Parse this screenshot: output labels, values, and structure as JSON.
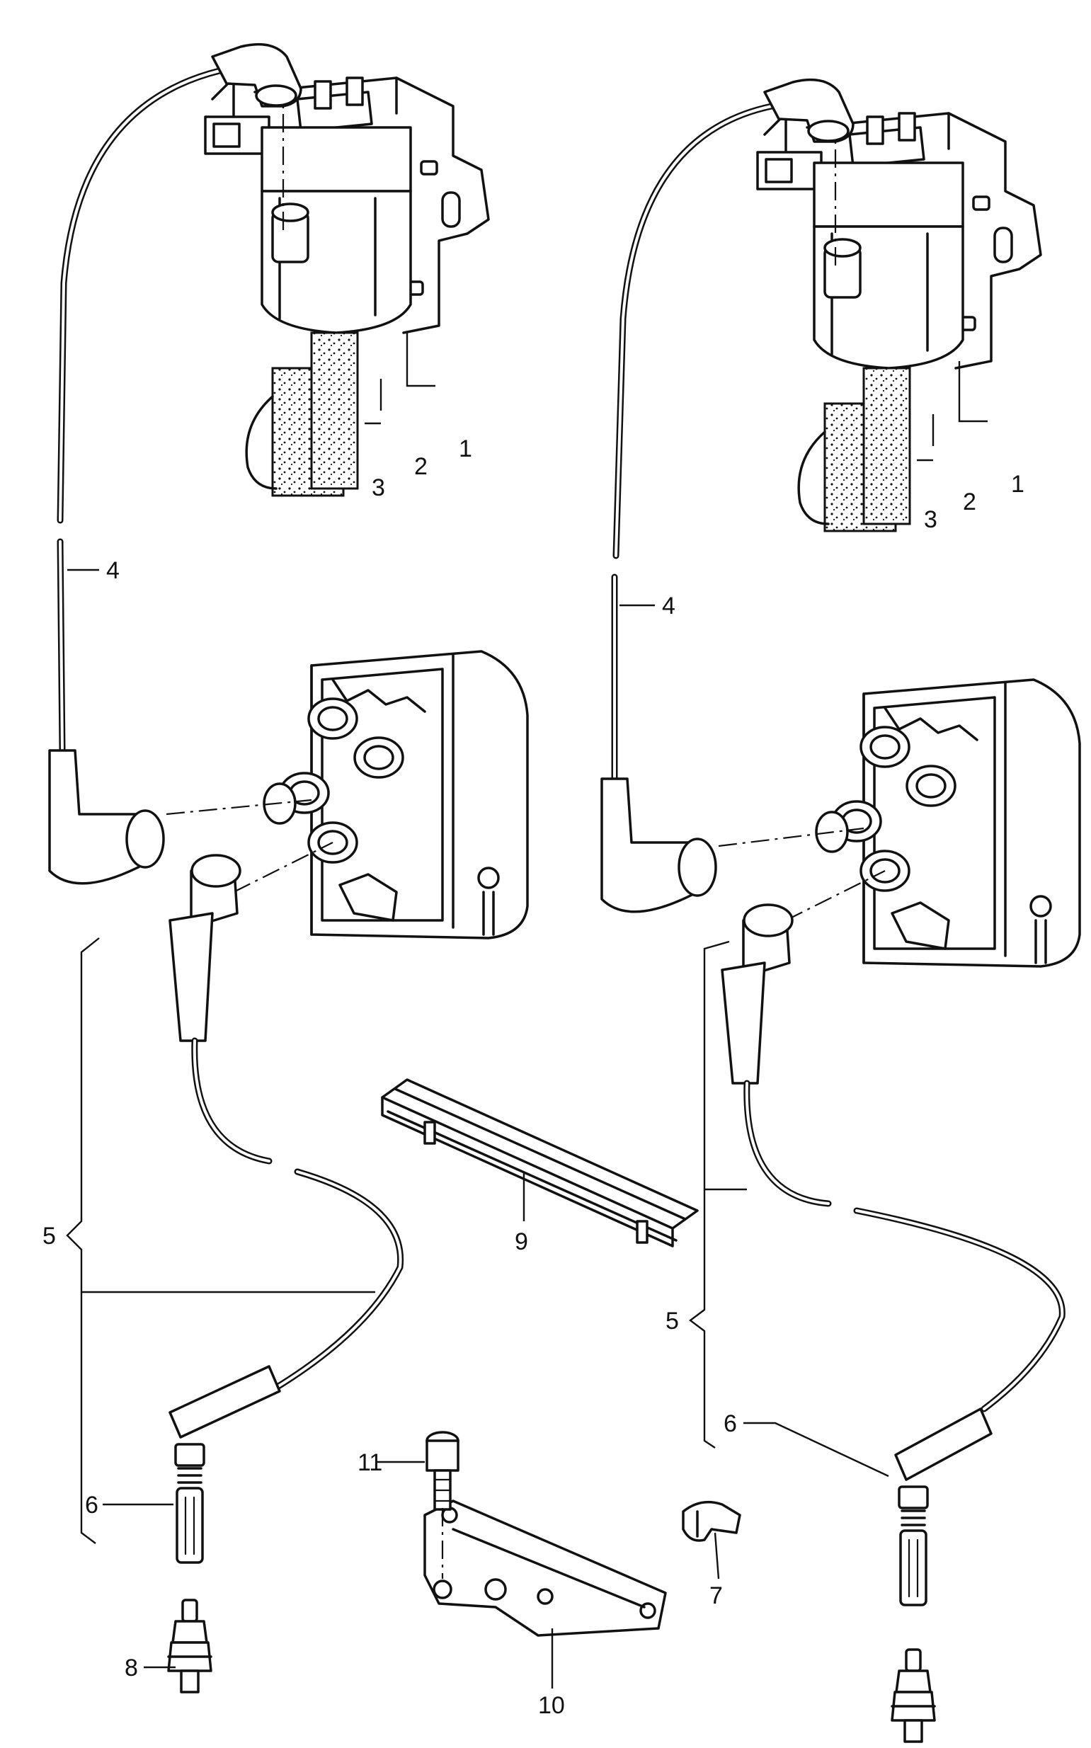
{
  "diagram": {
    "left_assembly": {
      "callouts": {
        "c1": "1",
        "c2": "2",
        "c3": "3",
        "c4": "4",
        "c5": "5",
        "c6": "6",
        "c8": "8",
        "c9": "9",
        "c10": "10",
        "c11": "11"
      }
    },
    "right_assembly": {
      "callouts": {
        "c1": "1",
        "c2": "2",
        "c3": "3",
        "c4": "4",
        "c5": "5",
        "c6": "6",
        "c7": "7"
      }
    }
  }
}
